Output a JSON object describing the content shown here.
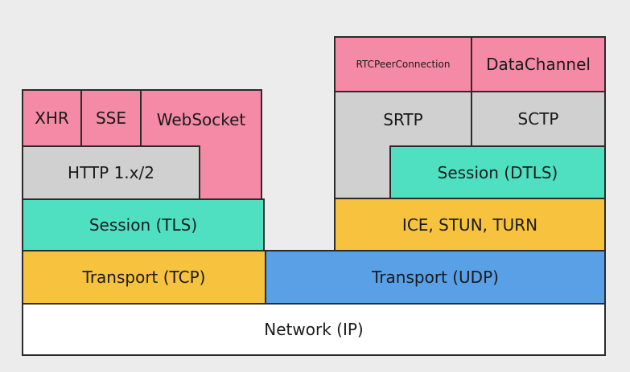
{
  "colors": {
    "application": "#f48aa5",
    "protocol": "#d0d0d0",
    "session": "#4fe0c2",
    "ice": "#f7c23e",
    "transport_udp": "#5aa0e6",
    "network": "#ffffff",
    "border": "#2b2b2b",
    "background": "#ececec"
  },
  "left_stack": {
    "xhr": "XHR",
    "sse": "SSE",
    "websocket": "WebSocket",
    "http": "HTTP 1.x/2",
    "session": "Session (TLS)",
    "transport": "Transport (TCP)"
  },
  "right_stack": {
    "rtcpeerconnection": "RTCPeerConnection",
    "datachannel": "DataChannel",
    "srtp": "SRTP",
    "sctp": "SCTP",
    "session": "Session (DTLS)",
    "ice": "ICE, STUN, TURN",
    "transport": "Transport (UDP)"
  },
  "network": "Network (IP)"
}
